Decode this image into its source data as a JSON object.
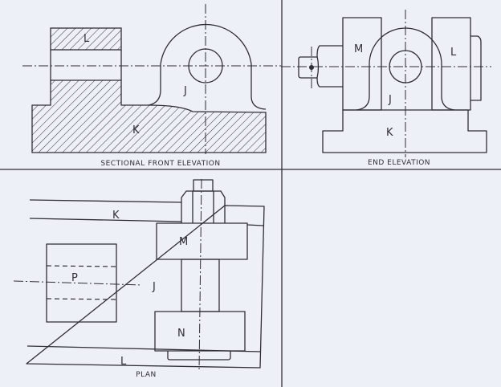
{
  "views": {
    "front": {
      "caption": "SECTIONAL FRONT ELEVATION",
      "labels": {
        "L": "L",
        "J": "J",
        "K": "K"
      }
    },
    "end": {
      "caption": "END ELEVATION",
      "labels": {
        "M": "M",
        "L": "L",
        "J": "J",
        "K": "K"
      }
    },
    "plan": {
      "caption": "PLAN",
      "labels": {
        "K": "K",
        "M": "M",
        "P": "P",
        "J": "J",
        "N": "N",
        "L": "L"
      }
    }
  },
  "colors": {
    "paper": "#eef0f7",
    "ink": "#2e2e36"
  }
}
